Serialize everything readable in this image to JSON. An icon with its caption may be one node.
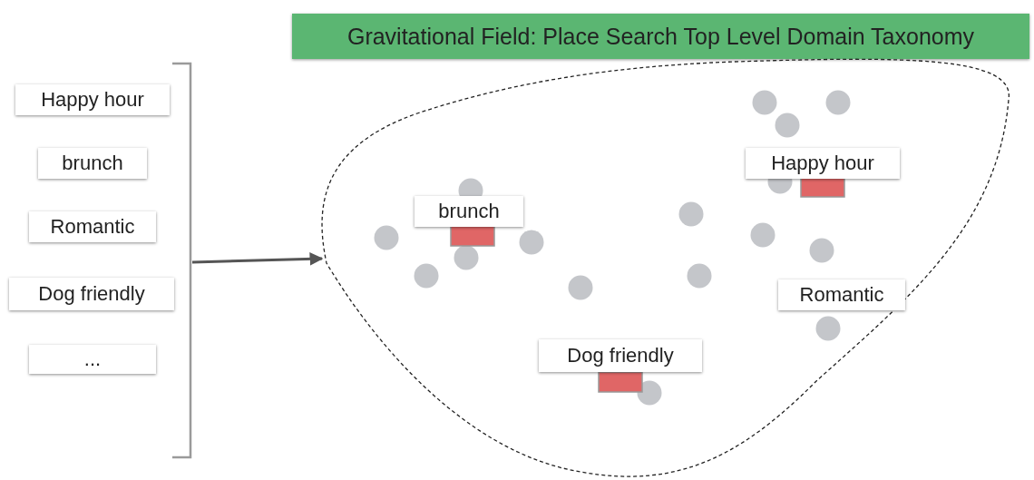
{
  "diagram": {
    "title": "Gravitational Field: Place Search Top Level Domain Taxonomy",
    "nodes": [
      {
        "text": [
          "Happy hour"
        ]
      },
      {
        "text": [
          "brunch"
        ]
      },
      {
        "text": [
          "Romantic"
        ]
      },
      {
        "text": [
          "Dog friendly"
        ]
      },
      {
        "text": [
          "..."
        ]
      },
      {
        "text": [],
        "shape": "bracket"
      },
      {
        "text": [],
        "shape": "cloud"
      },
      {
        "text": [
          "Happy hour"
        ],
        "in": 6
      },
      {
        "text": [
          "brunch"
        ],
        "in": 6
      },
      {
        "text": [
          "Romantic"
        ],
        "in": 6
      },
      {
        "text": [
          "Dog friendly"
        ],
        "in": 6
      }
    ],
    "edges": [
      {
        "from": 5,
        "to": 6,
        "arrow": "to"
      }
    ]
  }
}
